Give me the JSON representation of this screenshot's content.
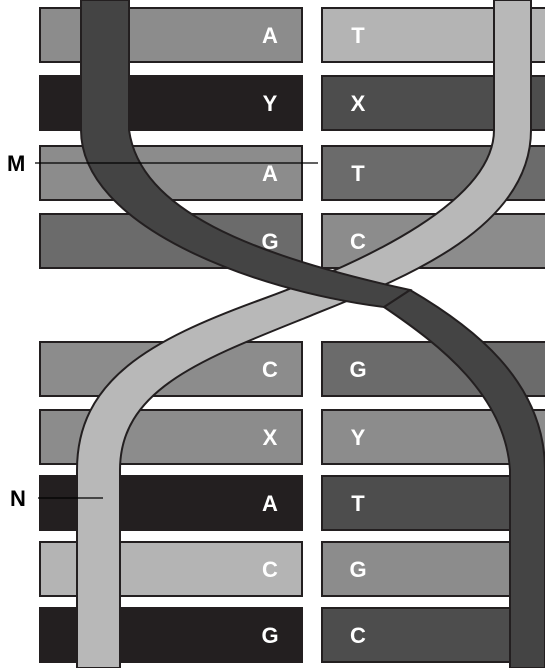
{
  "labels": {
    "m": "M",
    "n": "N"
  },
  "rungs": [
    {
      "left": "A",
      "right": "T",
      "left_color": "#8c8c8c",
      "right_color": "#b4b4b4"
    },
    {
      "left": "Y",
      "right": "X",
      "left_color": "#231f20",
      "right_color": "#4d4d4d"
    },
    {
      "left": "A",
      "right": "T",
      "left_color": "#8c8c8c",
      "right_color": "#6b6b6b"
    },
    {
      "left": "G",
      "right": "C",
      "left_color": "#6b6b6b",
      "right_color": "#8c8c8c"
    },
    {
      "left": "C",
      "right": "G",
      "left_color": "#8c8c8c",
      "right_color": "#6b6b6b"
    },
    {
      "left": "X",
      "right": "Y",
      "left_color": "#8c8c8c",
      "right_color": "#8c8c8c"
    },
    {
      "left": "A",
      "right": "T",
      "left_color": "#231f20",
      "right_color": "#4d4d4d"
    },
    {
      "left": "C",
      "right": "G",
      "left_color": "#b4b4b4",
      "right_color": "#8c8c8c"
    },
    {
      "left": "G",
      "right": "C",
      "left_color": "#231f20",
      "right_color": "#4d4d4d"
    }
  ],
  "colors": {
    "dark_strand": "#444444",
    "light_strand": "#b8b8b8",
    "outline": "#231f20"
  }
}
